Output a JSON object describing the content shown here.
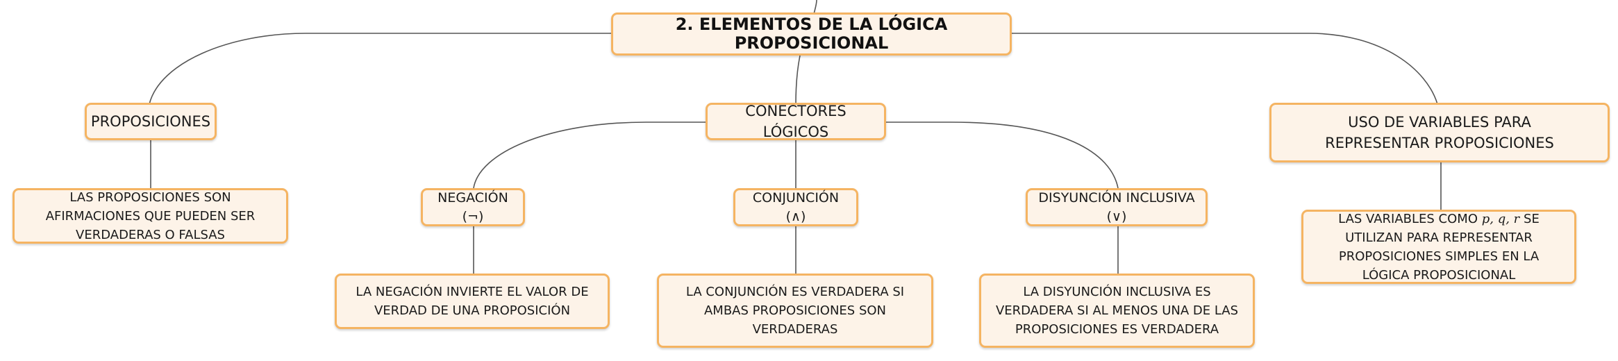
{
  "diagram": {
    "root": {
      "label": "2. ELEMENTOS DE LA LÓGICA PROPOSICIONAL"
    },
    "branches": [
      {
        "label": "PROPOSICIONES",
        "detail": "LAS PROPOSICIONES SON AFIRMACIONES QUE PUEDEN SER VERDADERAS O FALSAS"
      },
      {
        "label": "CONECTORES LÓGICOS",
        "children": [
          {
            "label": "NEGACIÓN (¬)",
            "detail": "LA NEGACIÓN INVIERTE EL VALOR DE VERDAD DE UNA PROPOSICIÓN"
          },
          {
            "label": "CONJUNCIÓN (∧)",
            "detail": "LA CONJUNCIÓN ES VERDADERA SI AMBAS PROPOSICIONES SON VERDADERAS"
          },
          {
            "label": "DISYUNCIÓN INCLUSIVA (∨)",
            "detail": "LA DISYUNCIÓN INCLUSIVA ES VERDADERA SI AL MENOS UNA DE LAS PROPOSICIONES ES VERDADERA"
          }
        ]
      },
      {
        "label": "USO DE VARIABLES PARA REPRESENTAR PROPOSICIONES",
        "detail": {
          "before": "LAS VARIABLES COMO",
          "variables": "p, q, r",
          "after": "SE UTILIZAN PARA REPRESENTAR PROPOSICIONES SIMPLES EN LA LÓGICA PROPOSICIONAL"
        }
      }
    ]
  },
  "colors": {
    "node_fill": "#fdf3e8",
    "node_border": "#f5b462",
    "connector": "#555555"
  }
}
